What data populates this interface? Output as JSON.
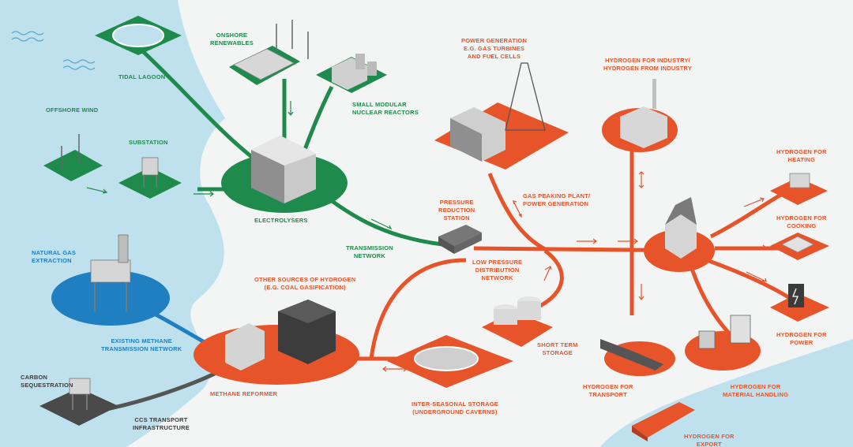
{
  "colors": {
    "sea": "#bfe1ee",
    "land": "#f3f4f4",
    "green": "#1e8a4c",
    "orange": "#e8542a",
    "blue": "#1f7fc1",
    "dark": "#3a3a3a"
  },
  "labels": {
    "tidal_lagoon": "TIDAL LAGOON",
    "onshore_renewables": "ONSHORE\nRENEWABLES",
    "offshore_wind": "OFFSHORE WIND",
    "substation": "SUBSTATION",
    "small_modular_nuclear": "SMALL MODULAR\nNUCLEAR REACTORS",
    "electrolysers": "ELECTROLYSERS",
    "transmission_network": "TRANSMISSION\nNETWORK",
    "natural_gas_extraction": "NATURAL GAS\nEXTRACTION",
    "existing_methane": "EXISTING METHANE\nTRANSMISSION NETWORK",
    "carbon_sequestration": "CARBON\nSEQUESTRATION",
    "ccs_transport": "CCS TRANSPORT\nINFRASTRUCTURE",
    "methane_reformer": "METHANE REFORMER",
    "other_sources": "OTHER SOURCES OF HYDROGEN\n(E.G. COAL GASIFICATION)",
    "power_generation": "POWER GENERATION\nE.G. GAS TURBINES\nAND FUEL CELLS",
    "pressure_reduction": "PRESSURE\nREDUCTION\nSTATION",
    "gas_peaking": "GAS PEAKING PLANT/\nPOWER GENERATION",
    "low_pressure": "LOW PRESSURE\nDISTRIBUTION\nNETWORK",
    "short_term_storage": "SHORT TERM\nSTORAGE",
    "inter_seasonal": "INTER-SEASONAL STORAGE\n(UNDERGROUND CAVERNS)",
    "h2_industry": "HYDROGEN FOR INDUSTRY/\nHYDROGEN FROM INDUSTRY",
    "h2_heating": "HYDROGEN FOR\nHEATING",
    "h2_cooking": "HYDROGEN FOR\nCOOKING",
    "h2_power": "HYDROGEN FOR\nPOWER",
    "h2_transport": "HYDROGEN FOR\nTRANSPORT",
    "h2_material": "HYDROGEN FOR\nMATERIAL HANDLING",
    "h2_export": "HYDROGEN FOR\nEXPORT"
  }
}
